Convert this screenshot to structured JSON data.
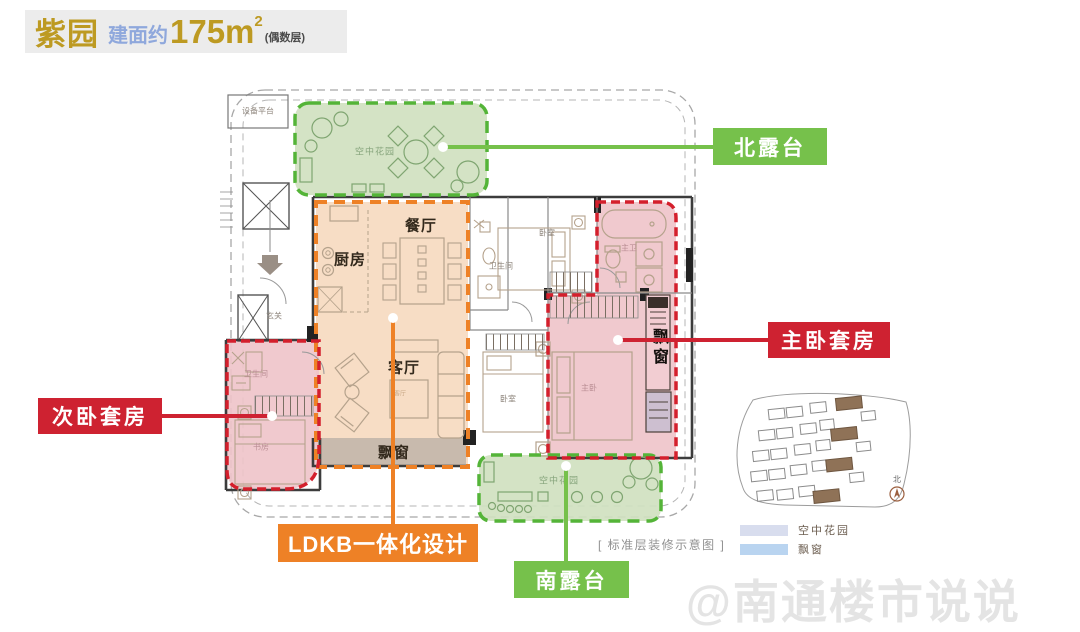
{
  "header": {
    "project_name": "紫园",
    "area_prefix": "建面约",
    "area_number": "175m",
    "area_sup": "2",
    "floor_note": "(偶数层)"
  },
  "callouts": {
    "north_terrace": {
      "label": "北露台",
      "color": "#76c14b"
    },
    "master_suite": {
      "label": "主卧套房",
      "color": "#ce2231"
    },
    "second_suite": {
      "label": "次卧套房",
      "color": "#ce2231"
    },
    "ldkb": {
      "label": "LDKB一体化设计",
      "color": "#ee8126"
    },
    "south_terrace": {
      "label": "南露台",
      "color": "#76c14b"
    }
  },
  "rooms": {
    "equipment_platform": "设备平台",
    "north_garden": "空中花园",
    "kitchen": "厨房",
    "dining": "餐厅",
    "living": "客厅",
    "living_small": "客厅",
    "bay_window_bottom": "飘窗",
    "bay_window_right": "飘窗",
    "entry": "玄关",
    "bath_mid": "卫生间",
    "bedroom_mid": "卧室",
    "bedroom_south": "卧室",
    "master_bath": "主卫",
    "master_bedroom": "主卧",
    "bath_left": "卫生间",
    "study": "书房",
    "south_garden": "空中花园"
  },
  "legend": {
    "items": [
      {
        "label": "空中花园",
        "color": "#d8ddee"
      },
      {
        "label": "飘窗",
        "color": "#b9d4f0"
      }
    ]
  },
  "sitemap": {
    "compass_label": "北"
  },
  "footnote": "[ 标准层装修示意图 ]",
  "watermark": "@南通楼市说说"
}
